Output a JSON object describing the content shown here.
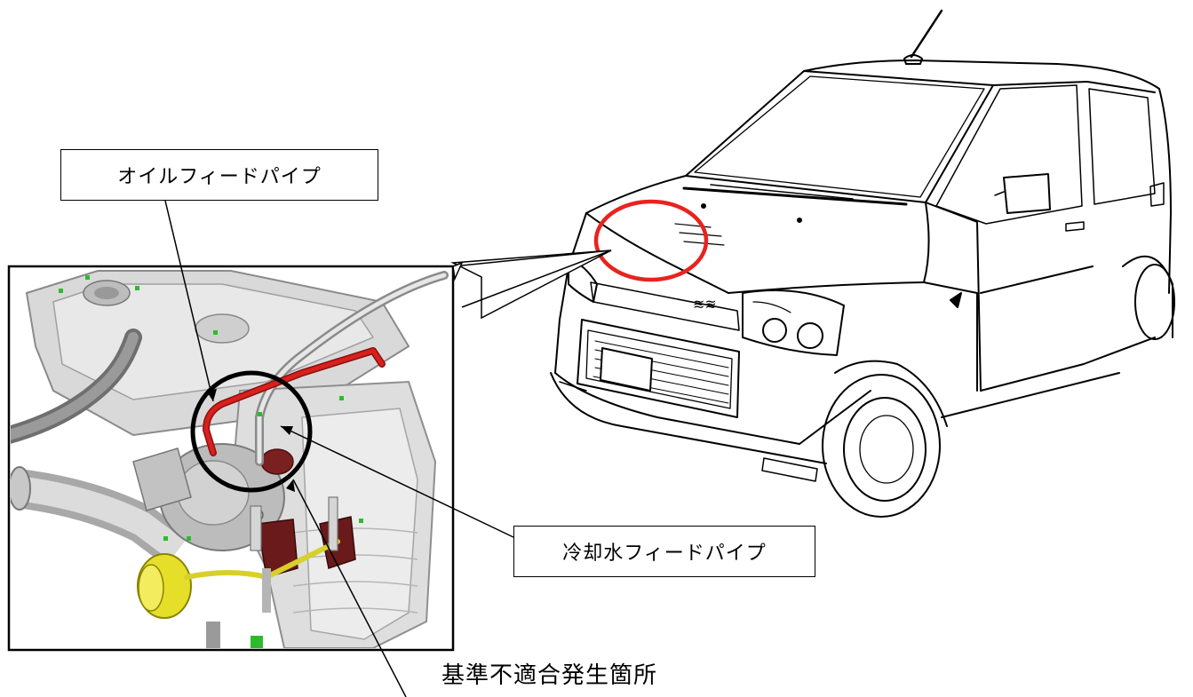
{
  "labels": {
    "oil_feed_pipe": "オイルフィードパイプ",
    "coolant_feed_pipe": "冷却水フィードパイプ",
    "defect_location": "基準不適合発生箇所"
  },
  "colors": {
    "highlight_circle_vehicle": "#e8231f",
    "highlight_circle_engine": "#000000",
    "oil_pipe": "#d8201c",
    "actuator": "#e6df2a",
    "fastener_marker": "#2dbb2d",
    "turbo_bracket": "#6a1a1a"
  }
}
